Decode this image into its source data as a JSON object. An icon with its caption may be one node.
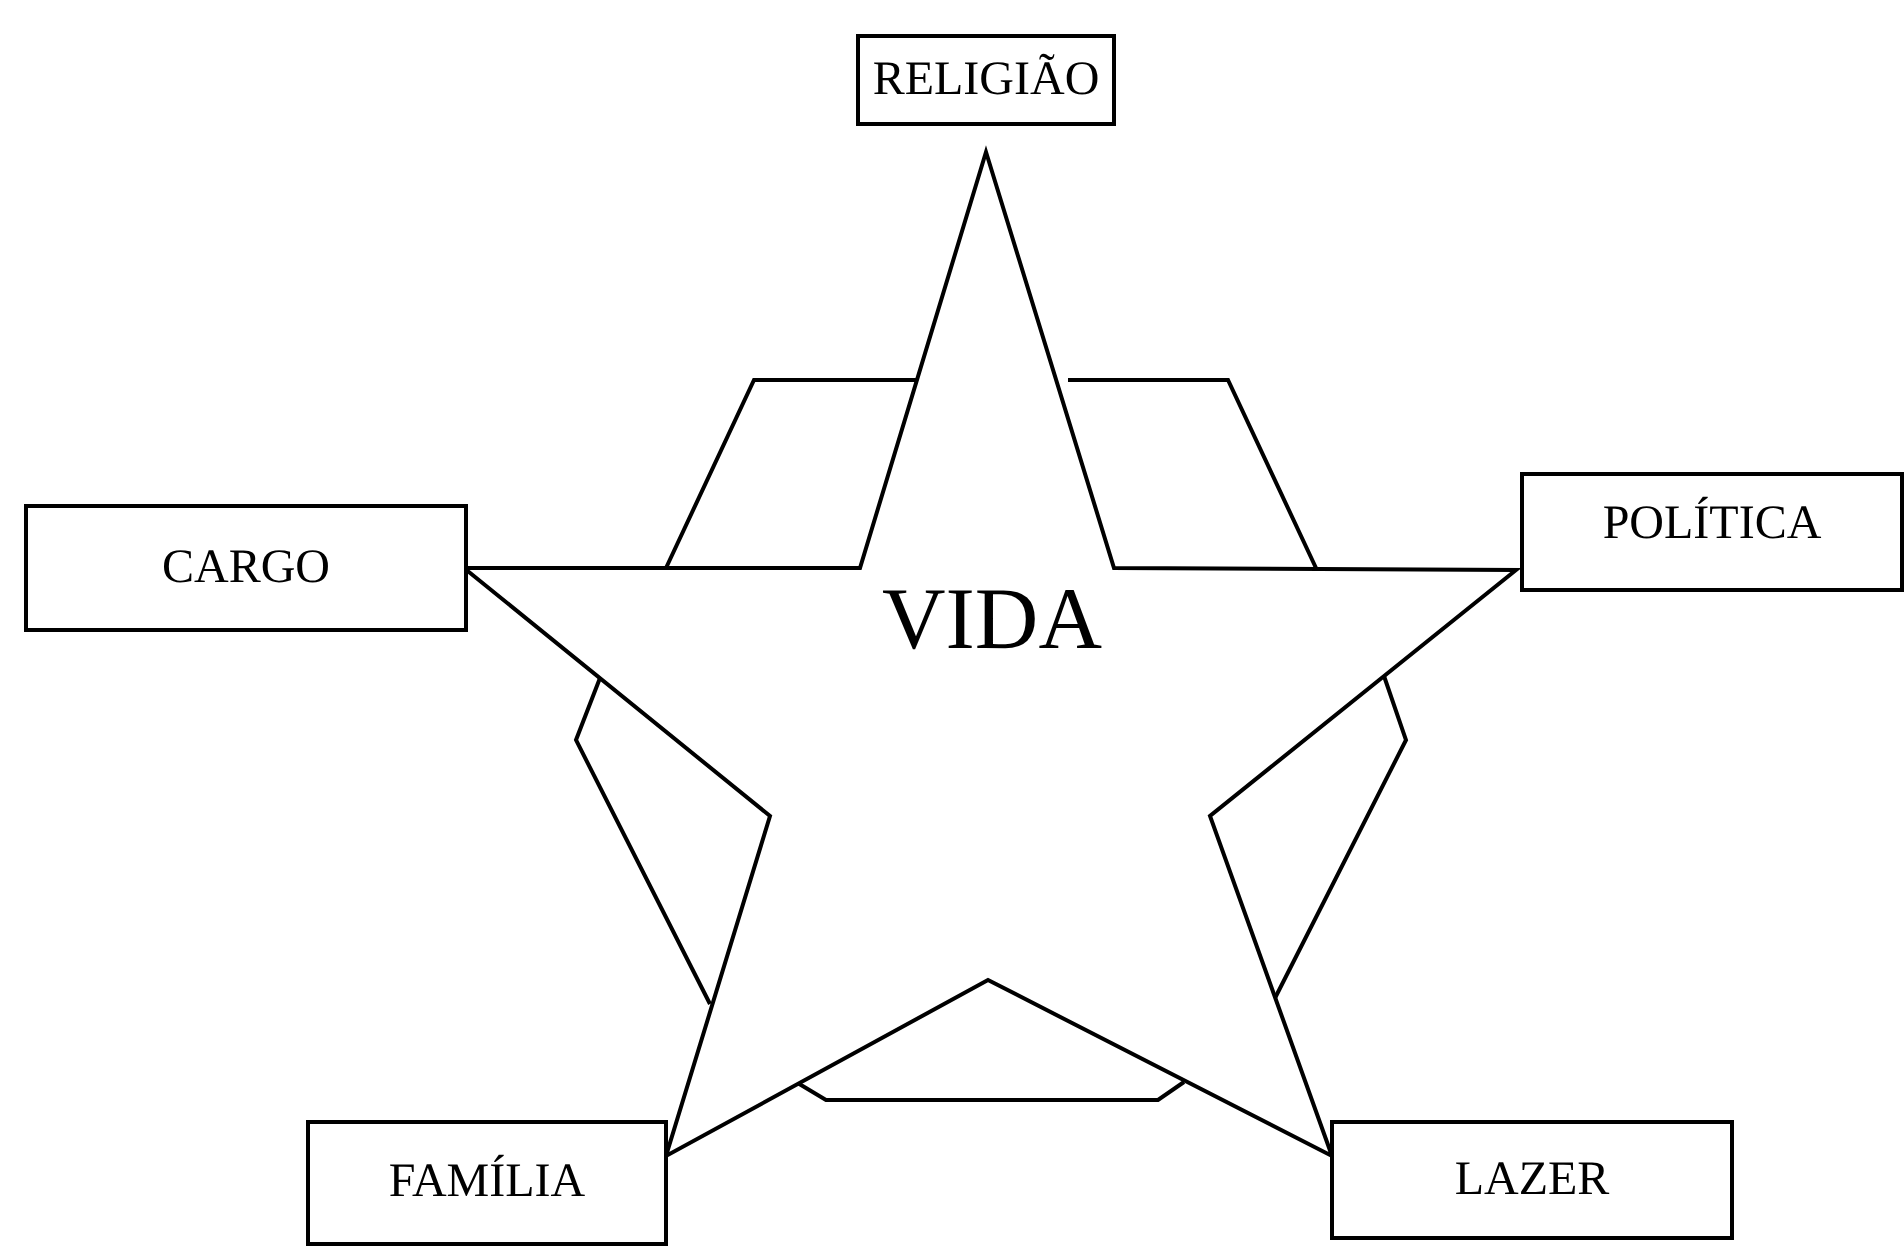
{
  "diagram": {
    "nodes": [
      {
        "text": [
          "RELIGIÃO"
        ]
      },
      {
        "text": [
          "CARGO"
        ]
      },
      {
        "text": [
          "POLÍTICA"
        ]
      },
      {
        "text": [
          "VIDA"
        ]
      },
      {
        "text": [
          "FAMÍLIA"
        ]
      },
      {
        "text": [
          "LAZER"
        ]
      }
    ]
  }
}
